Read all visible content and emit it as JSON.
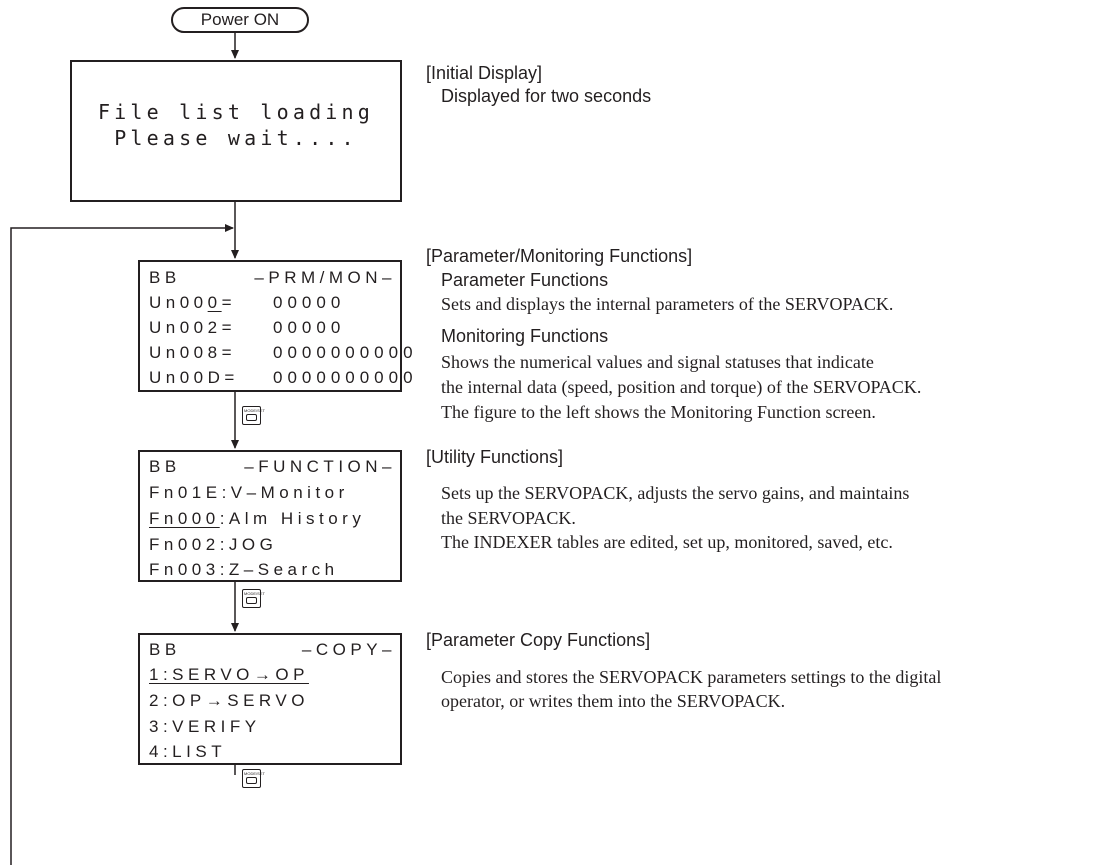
{
  "flow": {
    "start": "Power ON",
    "initial_screen": [
      "File list loading",
      "Please wait...."
    ],
    "prm_screen": {
      "header_left": "BB",
      "header_right": "–PRM/MON–",
      "rows": [
        {
          "label_pre": "Un00",
          "label_ul": "0",
          "label_post": "=",
          "value": "00000"
        },
        {
          "label_pre": "Un002",
          "label_ul": "",
          "label_post": "=",
          "value": "00000"
        },
        {
          "label_pre": "Un008",
          "label_ul": "",
          "label_post": "=",
          "value": "0000000000"
        },
        {
          "label_pre": "Un00D",
          "label_ul": "",
          "label_post": "=",
          "value": "0000000000"
        }
      ]
    },
    "function_screen": {
      "header_left": "BB",
      "header_right": "–FUNCTION–",
      "rows": [
        "Fn01E:V–Monitor",
        "Fn000:Alm History",
        "Fn002:JOG",
        "Fn003:Z–Search"
      ]
    },
    "copy_screen": {
      "header_left": "BB",
      "header_right": "–COPY–",
      "rows": [
        "1:SERVO→OP",
        "2:OP→SERVO",
        "3:VERIFY",
        "4:LIST"
      ]
    },
    "key_label": "MODE/SET"
  },
  "descriptions": {
    "initial": {
      "title": "[Initial Display]",
      "text": "Displayed for two seconds"
    },
    "parameter_monitoring": {
      "title": "[Parameter/Monitoring Functions]",
      "parameter_heading": "Parameter Functions",
      "parameter_text": "Sets and displays the internal parameters of the SERVOPACK.",
      "monitoring_heading": "Monitoring Functions",
      "monitoring_text": [
        "Shows the numerical values and signal statuses that indicate",
        "the internal data (speed, position and torque) of the SERVOPACK.",
        "The figure to the left shows the Monitoring Function screen."
      ]
    },
    "utility": {
      "title": "[Utility Functions]",
      "text": [
        "Sets up the SERVOPACK, adjusts the servo gains, and maintains",
        "the SERVOPACK.",
        "The INDEXER tables are edited, set up, monitored, saved, etc."
      ]
    },
    "copy": {
      "title": "[Parameter Copy Functions]",
      "text": [
        "Copies and stores the SERVOPACK parameters settings to the digital",
        "operator, or writes them into the SERVOPACK."
      ]
    }
  }
}
